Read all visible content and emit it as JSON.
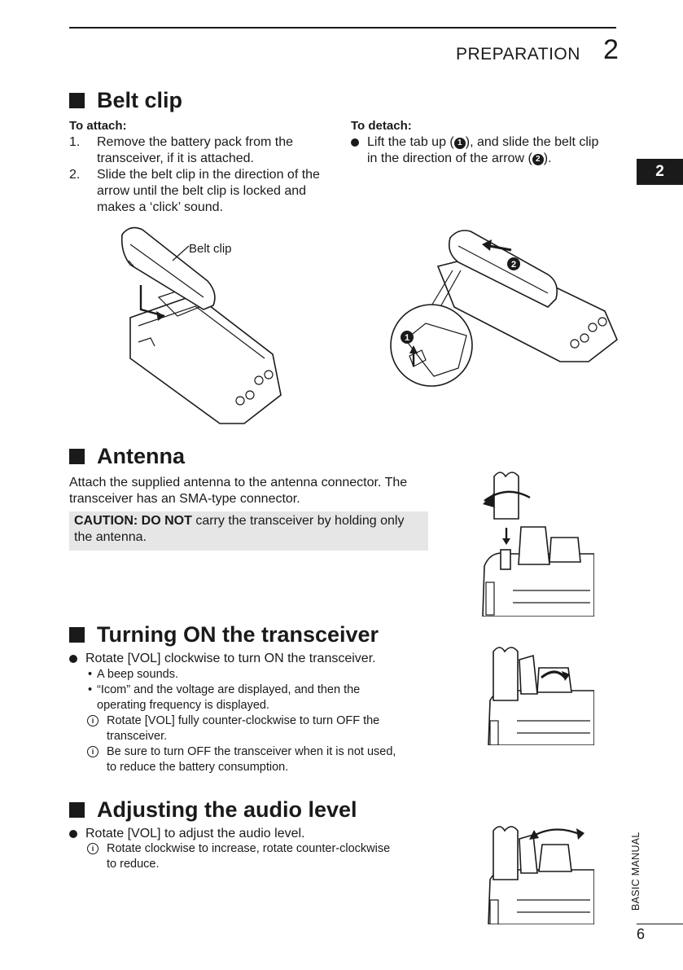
{
  "header": {
    "chapter_title": "PREPARATION",
    "chapter_number": "2",
    "tab_label": "2",
    "side_label": "BASIC MANUAL",
    "page_number": "6"
  },
  "belt_clip": {
    "heading": "Belt clip",
    "attach_title": "To attach:",
    "steps": [
      {
        "num": "1.",
        "lines": [
          "Remove the battery pack from the",
          "transceiver, if it is attached."
        ]
      },
      {
        "num": "2.",
        "lines": [
          "Slide the belt clip in the direction of the",
          "arrow until the belt clip is locked and",
          "makes a ‘click’ sound."
        ]
      }
    ],
    "detach_title": "To detach:",
    "detach_line1_a": "Lift the tab up (",
    "detach_line1_b": "), and slide the belt clip",
    "detach_line2_a": "in the direction of the arrow (",
    "detach_line2_b": ").",
    "marker_1": "1",
    "marker_2": "2",
    "figure_label": "Belt clip"
  },
  "antenna": {
    "heading": "Antenna",
    "lines": [
      "Attach the supplied antenna to the antenna connector. The",
      "transceiver has an SMA-type connector."
    ],
    "caution_bold": "CAUTION: DO NOT",
    "caution_rest": " carry the transceiver by holding only",
    "caution_line2": "the antenna."
  },
  "turning_on": {
    "heading": "Turning ON the transceiver",
    "bullet": "Rotate [VOL] clockwise to turn ON the transceiver.",
    "subs": [
      [
        "A beep sounds."
      ],
      [
        "“Icom” and the voltage are displayed, and then the",
        "operating frequency is displayed."
      ]
    ],
    "notes": [
      [
        "Rotate [VOL] fully counter-clockwise to turn OFF the",
        "transceiver."
      ],
      [
        "Be sure to turn OFF the transceiver when it is not used,",
        "to reduce the battery consumption."
      ]
    ]
  },
  "audio": {
    "heading": "Adjusting the audio level",
    "bullet": "Rotate [VOL] to adjust the audio level.",
    "notes": [
      [
        "Rotate clockwise to increase, rotate counter-clockwise",
        "to reduce."
      ]
    ]
  },
  "icons": {
    "note": "info-icon",
    "bullet": "bullet-dot"
  }
}
